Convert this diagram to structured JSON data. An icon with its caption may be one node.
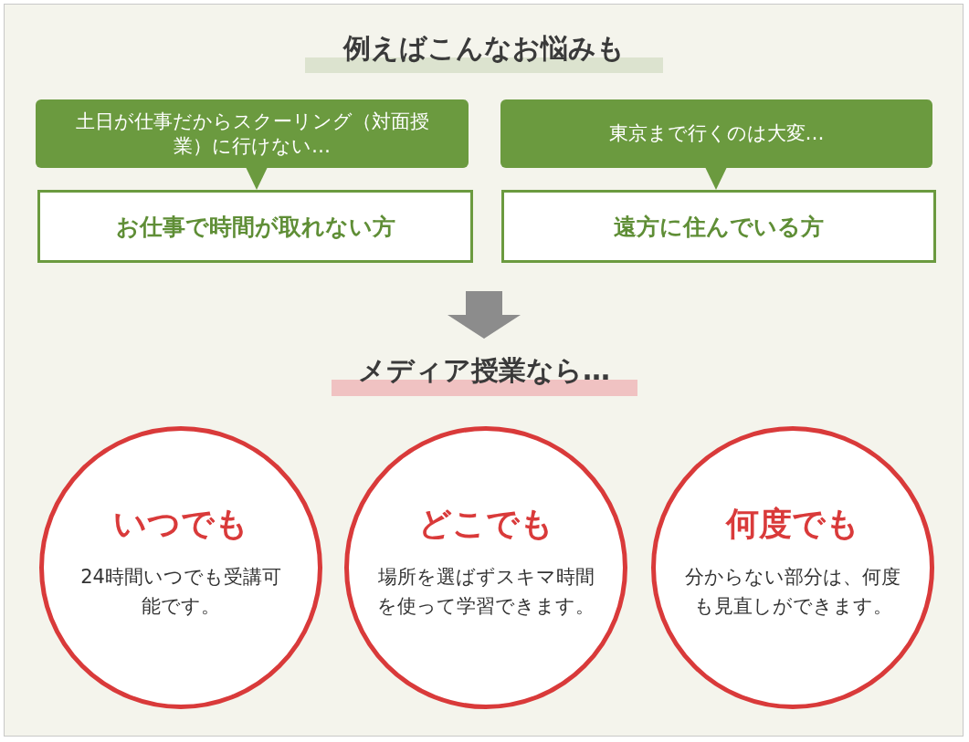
{
  "diagram": {
    "title": "例えばこんなお悩みも",
    "nodes": [
      {
        "text": [
          "土日が仕事だからスクーリング（対面授業）に行けない…"
        ]
      },
      {
        "text": [
          "お仕事で時間が取れない方"
        ]
      },
      {
        "text": [
          "東京まで行くのは大変…"
        ]
      },
      {
        "text": [
          "遠方に住んでいる方"
        ]
      },
      {
        "text": [
          "メディア授業なら…"
        ]
      },
      {
        "text": [
          "いつでも",
          "24時間いつでも受講可能です。"
        ]
      },
      {
        "text": [
          "どこでも",
          "場所を選ばずスキマ時間を使って学習できます。"
        ]
      },
      {
        "text": [
          "何度でも",
          "分からない部分は、何度も見直しができます。"
        ]
      }
    ],
    "edges": [
      {
        "from": null,
        "to": 4,
        "arrow": "to",
        "style": "thick",
        "color": "#8c8c8c"
      }
    ]
  }
}
